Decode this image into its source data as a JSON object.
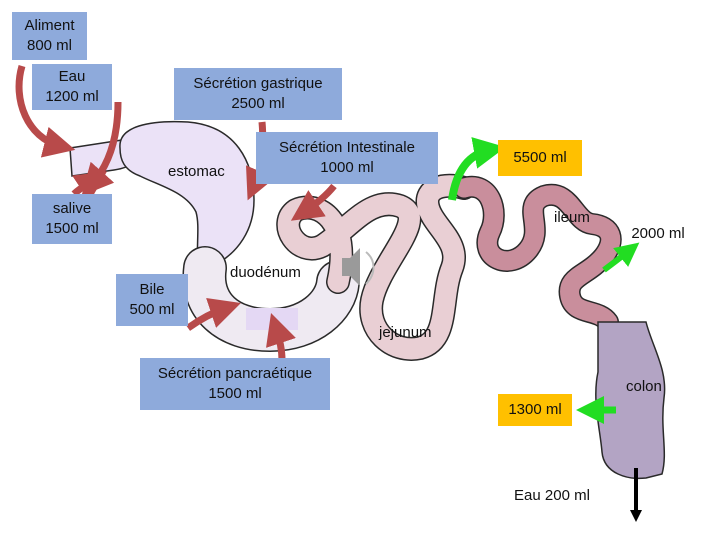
{
  "inputs": {
    "aliment": "Aliment\n800 ml",
    "eau": "Eau\n1200 ml",
    "salive": "salive\n1500 ml",
    "bile": "Bile\n500 ml",
    "secretion_gastrique": "Sécrétion gastrique\n2500 ml",
    "secretion_intestinale": "Sécrétion Intestinale\n1000 ml",
    "secretion_pancreatique": "Sécrétion pancraétique\n1500 ml"
  },
  "absorption": {
    "jejunum": "5500 ml",
    "ileum": "2000 ml",
    "colon": "1300 ml"
  },
  "output": {
    "eau_fecale": "Eau 200 ml"
  },
  "organs": {
    "estomac": "estomac",
    "duodenum": "duodénum",
    "jejunum": "jejunum",
    "ileum": "ileum",
    "colon": "colon"
  },
  "colors": {
    "input_arrow": "#b84a4a",
    "absorption_arrow": "#22dd22",
    "blue_box": "#8eaadb",
    "orange_box": "#ffc000",
    "stomach": "#ebe2f7",
    "duodenum": "#efeaf2",
    "jejunum": "#e9cfd4",
    "ileum": "#c98e9c",
    "colon": "#b3a4c4"
  },
  "icons": {
    "audio": "speaker-icon"
  }
}
